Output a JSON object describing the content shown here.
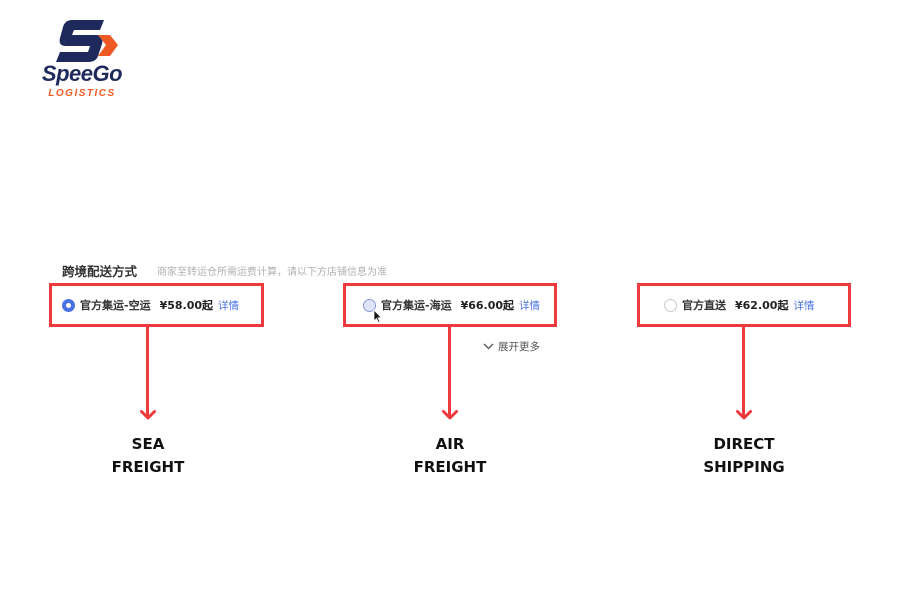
{
  "brand": {
    "name": "SpeeGo",
    "tagline": "LOGISTICS",
    "colors": {
      "navy": "#1f2a5c",
      "orange": "#ef5a24"
    }
  },
  "section": {
    "title": "跨境配送方式",
    "hint": "商家至转运仓所需运费计算，请以下方店铺信息为准"
  },
  "options": [
    {
      "name": "官方集运-空运",
      "price": "¥58.00起",
      "detail": "详情",
      "state": "checked"
    },
    {
      "name": "官方集运-海运",
      "price": "¥66.00起",
      "detail": "详情",
      "state": "hover"
    },
    {
      "name": "官方直送",
      "price": "¥62.00起",
      "detail": "详情",
      "state": "unchecked"
    }
  ],
  "expand_more": {
    "label": "展开更多",
    "icon": "chevron-down-icon"
  },
  "annotations": [
    {
      "line1": "SEA",
      "line2": "FREIGHT"
    },
    {
      "line1": "AIR",
      "line2": "FREIGHT"
    },
    {
      "line1": "DIRECT",
      "line2": "SHIPPING"
    }
  ],
  "colors": {
    "highlight": "#ee3a3c",
    "accent": "#4a72e3"
  }
}
